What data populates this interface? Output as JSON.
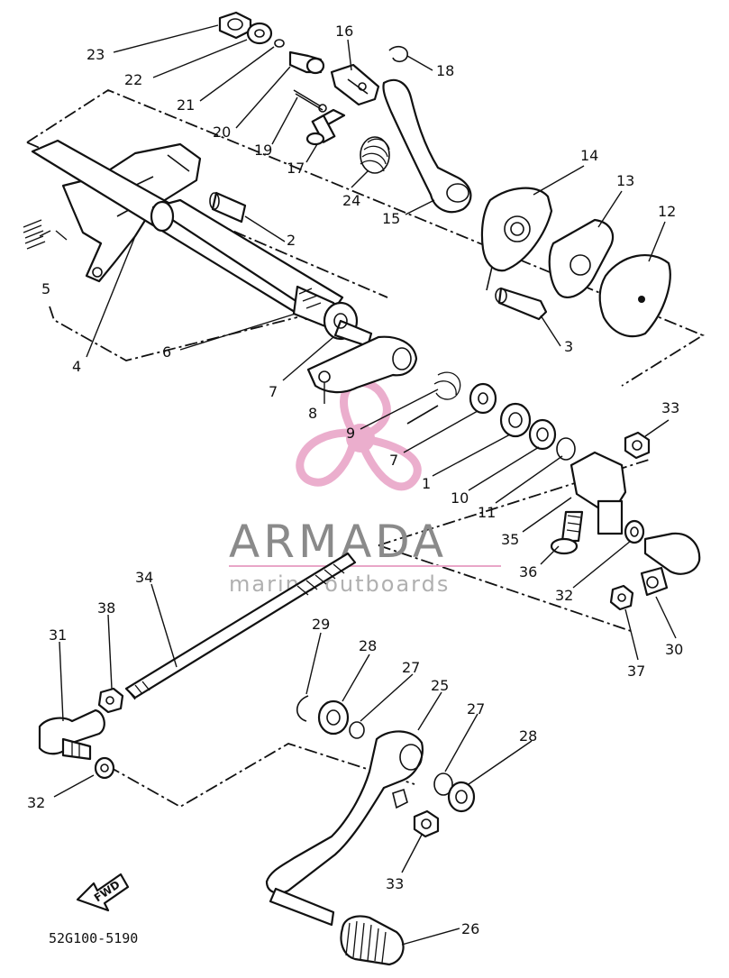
{
  "watermark": {
    "brand": "ARMADA",
    "tagline": "marine outboards",
    "accent_color": "#e9a6c8",
    "text_color": "#8a8a8a"
  },
  "diagram_code": "52G100-5190",
  "fwd_label": "FWD",
  "callouts": [
    {
      "key": "c23",
      "text": "23"
    },
    {
      "key": "c22",
      "text": "22"
    },
    {
      "key": "c21",
      "text": "21"
    },
    {
      "key": "c20",
      "text": "20"
    },
    {
      "key": "c19",
      "text": "19"
    },
    {
      "key": "c17",
      "text": "17"
    },
    {
      "key": "c16",
      "text": "16"
    },
    {
      "key": "c18",
      "text": "18"
    },
    {
      "key": "c24",
      "text": "24"
    },
    {
      "key": "c15",
      "text": "15"
    },
    {
      "key": "c14",
      "text": "14"
    },
    {
      "key": "c13",
      "text": "13"
    },
    {
      "key": "c12",
      "text": "12"
    },
    {
      "key": "c2",
      "text": "2"
    },
    {
      "key": "c3",
      "text": "3"
    },
    {
      "key": "c5",
      "text": "5"
    },
    {
      "key": "c4",
      "text": "4"
    },
    {
      "key": "c6",
      "text": "6"
    },
    {
      "key": "c7a",
      "text": "7"
    },
    {
      "key": "c8",
      "text": "8"
    },
    {
      "key": "c9",
      "text": "9"
    },
    {
      "key": "c7b",
      "text": "7"
    },
    {
      "key": "c1",
      "text": "1"
    },
    {
      "key": "c10",
      "text": "10"
    },
    {
      "key": "c11",
      "text": "11"
    },
    {
      "key": "c33a",
      "text": "33"
    },
    {
      "key": "c35",
      "text": "35"
    },
    {
      "key": "c36",
      "text": "36"
    },
    {
      "key": "c32a",
      "text": "32"
    },
    {
      "key": "c34",
      "text": "34"
    },
    {
      "key": "c38",
      "text": "38"
    },
    {
      "key": "c31",
      "text": "31"
    },
    {
      "key": "c29",
      "text": "29"
    },
    {
      "key": "c28a",
      "text": "28"
    },
    {
      "key": "c27a",
      "text": "27"
    },
    {
      "key": "c25",
      "text": "25"
    },
    {
      "key": "c27b",
      "text": "27"
    },
    {
      "key": "c28b",
      "text": "28"
    },
    {
      "key": "c30",
      "text": "30"
    },
    {
      "key": "c37",
      "text": "37"
    },
    {
      "key": "c32b",
      "text": "32"
    },
    {
      "key": "c33b",
      "text": "33"
    },
    {
      "key": "c26",
      "text": "26"
    }
  ]
}
